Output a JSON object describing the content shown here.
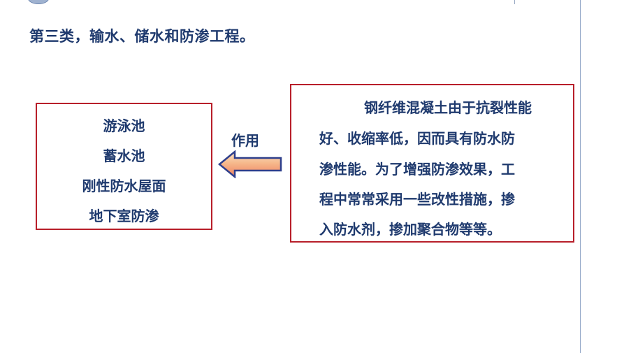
{
  "heading": "第三类，输水、储水和防渗工程。",
  "applications": [
    "游泳池",
    "蓄水池",
    "刚性防水屋面",
    "地下室防渗"
  ],
  "arrow_label": "作用",
  "description_lines": [
    "钢纤维混凝土由于抗裂性能",
    "好、收缩率低，因而具有防水防",
    "渗性能。为了增强防渗效果，工",
    "程中常常采用一些改性措施，掺",
    "入防水剂，掺加聚合物等等。"
  ],
  "colors": {
    "text": "#1f3a6e",
    "border": "#b81f2a",
    "arrow_outline": "#2e3f8c",
    "arrow_fill_top": "#f7c89a",
    "arrow_fill_bottom": "#f08a6a"
  }
}
